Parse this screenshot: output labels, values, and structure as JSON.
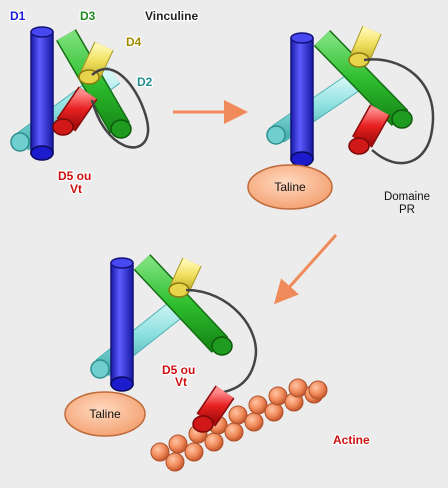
{
  "labels": {
    "d1": "D1",
    "d3": "D3",
    "vinculin": "Vinculine",
    "d4": "D4",
    "d2": "D2",
    "d5_line1": "D5 ou",
    "d5_line2": "Vt",
    "talin": "Taline",
    "pr_line1": "Domaine",
    "pr_line2": "PR",
    "actin": "Actine"
  },
  "colors": {
    "background": "#ececec",
    "d1": "#3030e0",
    "d3": "#2fbf2f",
    "d4": "#f0e060",
    "d2": "#8ee0e0",
    "d5": "#e82020",
    "talin": "#f7b48a",
    "actin": "#f08a5a",
    "arrow": "#f08a5a",
    "linker": "#444444"
  },
  "icons": {
    "arrow_1": "arrow-right",
    "arrow_2": "arrow-down-left"
  }
}
